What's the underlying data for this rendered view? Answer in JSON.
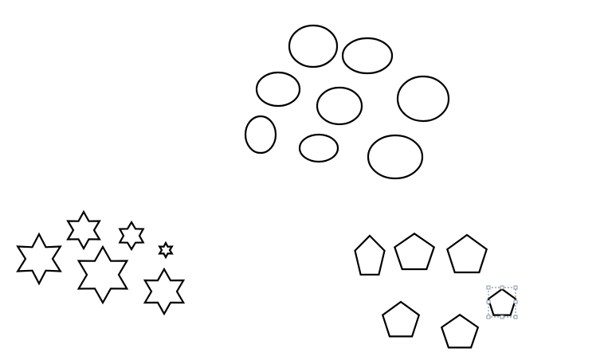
{
  "canvas": {
    "background": "#ffffff",
    "stroke_color": "#000000",
    "selection_color": "#6f7f8f",
    "groups": [
      {
        "name": "ellipses",
        "shape": "ellipse",
        "count": 8
      },
      {
        "name": "stars",
        "shape": "six-point-star",
        "count": 6
      },
      {
        "name": "pentagons",
        "shape": "pentagon",
        "count": 6
      }
    ],
    "selected_shape": "pentagon"
  }
}
